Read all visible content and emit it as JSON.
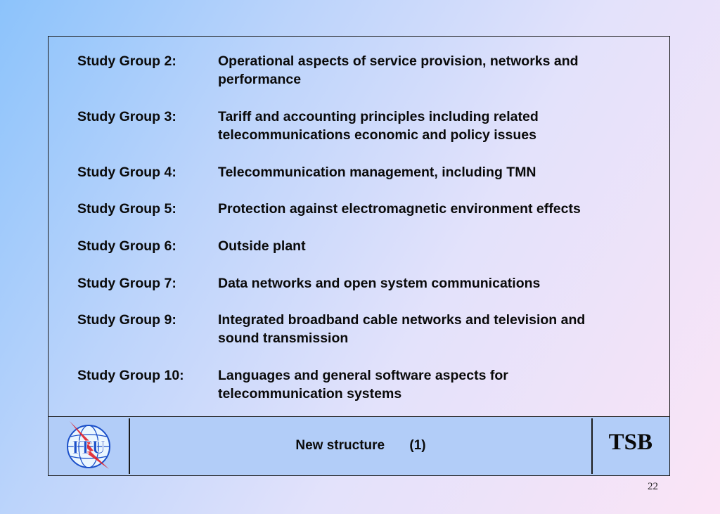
{
  "slide": {
    "groups": [
      {
        "label": "Study Group 2:",
        "description": "Operational aspects of service provision, networks and performance"
      },
      {
        "label": "Study Group 3:",
        "description": "Tariff and accounting principles including related telecommunications economic and policy issues"
      },
      {
        "label": "Study Group 4:",
        "description": "Telecommunication management, including TMN"
      },
      {
        "label": "Study Group 5:",
        "description": "Protection against electromagnetic environment effects"
      },
      {
        "label": "Study Group 6:",
        "description": "Outside plant"
      },
      {
        "label": "Study Group 7:",
        "description": "Data networks and open system communications"
      },
      {
        "label": "Study Group 9:",
        "description": "Integrated broadband cable networks and television and sound transmission"
      },
      {
        "label": "Study Group 10:",
        "description": "Languages and general software aspects for telecommunication systems"
      }
    ],
    "footer": {
      "logo_text": "ITU",
      "title": "New structure",
      "number": "(1)",
      "tsb": "TSB"
    },
    "page_number": "22"
  },
  "colors": {
    "footer_bg": "#b2cdf8",
    "logo_blue": "#1a4fc9",
    "logo_red": "#e0202a"
  },
  "icons": {
    "logo": "itu-globe-logo"
  }
}
